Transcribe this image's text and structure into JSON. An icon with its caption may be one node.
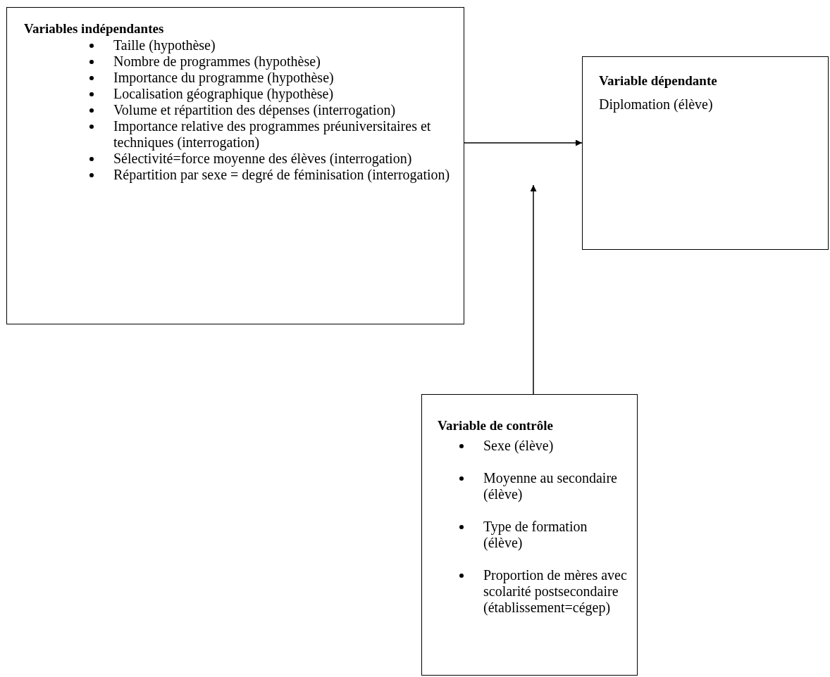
{
  "diagram": {
    "nodes": [
      {
        "text": [
          "Variables indépendantes",
          "Taille (hypothèse)",
          "Nombre de programmes (hypothèse)",
          "Importance du programme (hypothèse)",
          "Localisation géographique (hypothèse)",
          "Volume et répartition des dépenses (interrogation)",
          "Importance relative des programmes préuniversitaires et techniques (interrogation)",
          "Sélectivité=force moyenne des élèves (interrogation)",
          "Répartition par sexe = degré de féminisation (interrogation)"
        ]
      },
      {
        "text": [
          "Variable dépendante",
          "Diplomation (élève)"
        ]
      },
      {
        "text": [
          "Variable de contrôle",
          "Sexe (élève)",
          "Moyenne au secondaire (élève)",
          "Type de formation (élève)",
          "Proportion de mères avec scolarité postsecondaire (établissement=cégep)"
        ]
      }
    ],
    "edges": [
      {
        "from": 0,
        "to": 1,
        "arrow": "to"
      },
      {
        "from": 2,
        "to": null,
        "arrow": "to"
      }
    ]
  }
}
